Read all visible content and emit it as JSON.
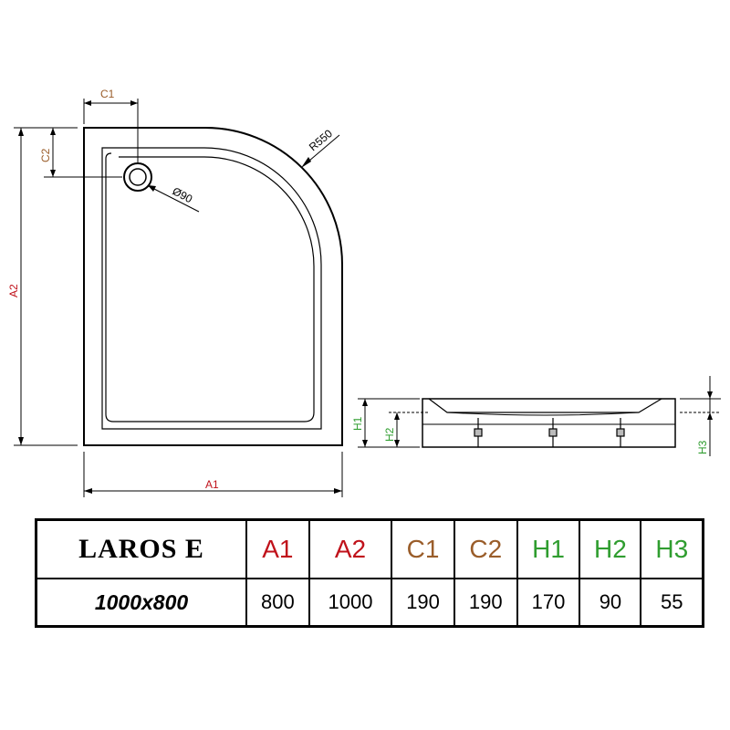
{
  "labels": {
    "a1": "A1",
    "a2": "A2",
    "c1": "C1",
    "c2": "C2",
    "radius": "R550",
    "drain": "Ø90",
    "h1": "H1",
    "h2": "H2",
    "h3": "H3"
  },
  "colors": {
    "a": "#c0121b",
    "c": "#9a5d2a",
    "h": "#2f9d2f",
    "line": "#000000"
  },
  "table": {
    "model": "LAROS E",
    "size": "1000x800",
    "headers": [
      "A1",
      "A2",
      "C1",
      "C2",
      "H1",
      "H2",
      "H3"
    ],
    "values": [
      "800",
      "1000",
      "190",
      "190",
      "170",
      "90",
      "55"
    ]
  }
}
